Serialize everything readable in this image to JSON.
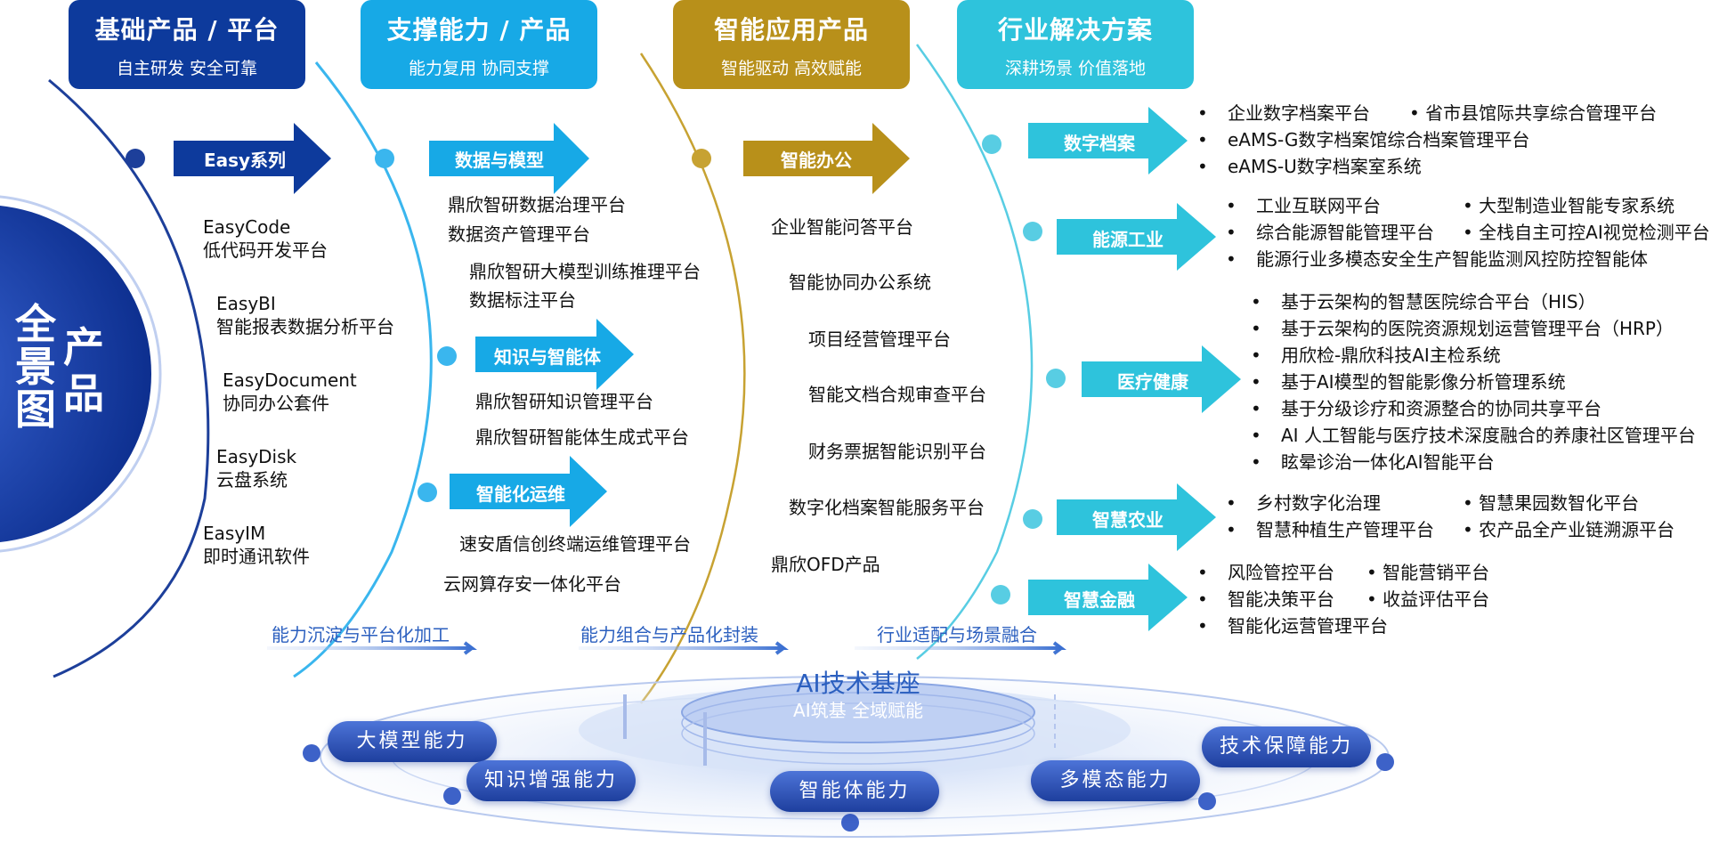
{
  "side_title": {
    "chars_a": [
      "全",
      "景",
      "图"
    ],
    "chars_b": [
      "产",
      "品"
    ]
  },
  "columns": [
    {
      "title": "基础产品 / 平台",
      "subtitle": "自主研发 安全可靠",
      "color": "#0d3a9c"
    },
    {
      "title": "支撑能力 / 产品",
      "subtitle": "能力复用 协同支撑",
      "color": "#17a9e6"
    },
    {
      "title": "智能应用产品",
      "subtitle": "智能驱动 高效赋能",
      "color": "#b8901a"
    },
    {
      "title": "行业解决方案",
      "subtitle": "深耕场景 价值落地",
      "color": "#2ec3dc"
    }
  ],
  "col1": {
    "arrow": "Easy系列",
    "items": [
      {
        "name": "EasyCode",
        "desc": "低代码开发平台"
      },
      {
        "name": "EasyBI",
        "desc": "智能报表数据分析平台"
      },
      {
        "name": "EasyDocument",
        "desc": "协同办公套件"
      },
      {
        "name": "EasyDisk",
        "desc": "云盘系统"
      },
      {
        "name": "EasyIM",
        "desc": "即时通讯软件"
      }
    ]
  },
  "col2": {
    "groups": [
      {
        "arrow": "数据与模型",
        "items": [
          "鼎欣智研数据治理平台",
          "数据资产管理平台",
          "鼎欣智研大模型训练推理平台",
          "数据标注平台"
        ]
      },
      {
        "arrow": "知识与智能体",
        "items": [
          "鼎欣智研知识管理平台",
          "鼎欣智研智能体生成式平台"
        ]
      },
      {
        "arrow": "智能化运维",
        "items": [
          "速安盾信创终端运维管理平台",
          "云网算存安一体化平台"
        ]
      }
    ]
  },
  "col3": {
    "arrow": "智能办公",
    "items": [
      "企业智能问答平台",
      "智能协同办公系统",
      "项目经营管理平台",
      "智能文档合规审查平台",
      "财务票据智能识别平台",
      "数字化档案智能服务平台",
      "鼎欣OFD产品"
    ]
  },
  "col4": {
    "groups": [
      {
        "arrow": "数字档案",
        "lines": [
          [
            "企业数字档案平台",
            "省市县馆际共享综合管理平台"
          ],
          [
            "eAMS-G数字档案馆综合档案管理平台"
          ],
          [
            "eAMS-U数字档案室系统"
          ]
        ]
      },
      {
        "arrow": "能源工业",
        "lines": [
          [
            "工业互联网平台",
            "大型制造业智能专家系统"
          ],
          [
            "综合能源智能管理平台",
            "全栈自主可控AI视觉检测平台"
          ],
          [
            "能源行业多模态安全生产智能监测风控防控智能体"
          ]
        ]
      },
      {
        "arrow": "医疗健康",
        "lines": [
          [
            "基于云架构的智慧医院综合平台（HIS）"
          ],
          [
            "基于云架构的医院资源规划运营管理平台（HRP）"
          ],
          [
            "用欣检-鼎欣科技AI主检系统"
          ],
          [
            "基于AI模型的智能影像分析管理系统"
          ],
          [
            "基于分级诊疗和资源整合的协同共享平台"
          ],
          [
            "AI 人工智能与医疗技术深度融合的养康社区管理平台"
          ],
          [
            "眩晕诊治一体化AI智能平台"
          ]
        ]
      },
      {
        "arrow": "智慧农业",
        "lines": [
          [
            "乡村数字化治理",
            "智慧果园数智化平台"
          ],
          [
            "智慧种植生产管理平台",
            "农产品全产业链溯源平台"
          ]
        ]
      },
      {
        "arrow": "智慧金融",
        "lines": [
          [
            "风险管控平台",
            "智能营销平台"
          ],
          [
            "智能决策平台",
            "收益评估平台"
          ],
          [
            "智能化运营管理平台"
          ]
        ]
      }
    ]
  },
  "flows": [
    "能力沉淀与平台化加工",
    "能力组合与产品化封装",
    "行业适配与场景融合"
  ],
  "base": {
    "title": "AI技术基座",
    "subtitle": "AI筑基 全域赋能",
    "capabilities": [
      "大模型能力",
      "知识增强能力",
      "智能体能力",
      "多模态能力",
      "技术保障能力"
    ]
  }
}
